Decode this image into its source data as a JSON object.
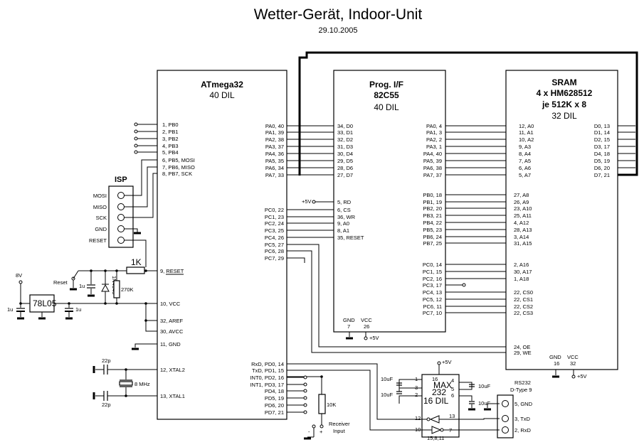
{
  "title": "Wetter-Gerät, Indoor-Unit",
  "date": "29.10.2005",
  "atmega": {
    "name": "ATmega32",
    "package": "40 DIL",
    "left_pins": [
      "1, PB0",
      "2, PB1",
      "3, PB2",
      "4, PB3",
      "5, PB4",
      "6, PB5, MOSI",
      "7, PB6, MISO",
      "8, PB7, SCK"
    ],
    "reset_pin": "9, RESET",
    "power_pins": [
      "10, VCC",
      "32, AREF",
      "30, AVCC",
      "11, GND"
    ],
    "xtal_pins": [
      "12, XTAL2",
      "13, XTAL1"
    ],
    "porta": [
      "PA0, 40",
      "PA1, 39",
      "PA2, 38",
      "PA3, 37",
      "PA4, 36",
      "PA5, 35",
      "PA6, 34",
      "PA7, 33"
    ],
    "portc": [
      "PC0, 22",
      "PC1, 23",
      "PC2, 24",
      "PC3, 25",
      "PC4, 26",
      "PC5, 27",
      "PC6, 28",
      "PC7, 29"
    ],
    "portd": [
      "RxD, PD0, 14",
      "TxD, PD1, 15",
      "INT0, PD2, 16",
      "INT1, PD3, 17",
      "PD4, 18",
      "PD5, 19",
      "PD6, 20",
      "PD7, 21"
    ]
  },
  "ppi": {
    "name": "Prog. I/F",
    "part": "82C55",
    "package": "40 DIL",
    "data_pins": [
      "34, D0",
      "33, D1",
      "32, D2",
      "31, D3",
      "30, D4",
      "29, D5",
      "28, D6",
      "27, D7"
    ],
    "ctrl_pins": [
      "5, RD",
      "6, CS",
      "36, WR",
      "9, A0",
      "8, A1",
      "35, RESET"
    ],
    "pa_pins": [
      "PA0, 4",
      "PA1, 3",
      "PA2, 2",
      "PA3, 1",
      "PA4, 40",
      "PA5, 39",
      "PA6, 38",
      "PA7, 37"
    ],
    "pb_pins": [
      "PB0, 18",
      "PB1, 19",
      "PB2, 20",
      "PB3, 21",
      "PB4, 22",
      "PB5, 23",
      "PB6, 24",
      "PB7, 25"
    ],
    "pc_pins": [
      "PC0, 14",
      "PC1, 15",
      "PC2, 16",
      "PC3, 17",
      "PC4, 13",
      "PC5, 12",
      "PC6, 11",
      "PC7, 10"
    ],
    "gnd_label": "GND",
    "gnd_pin": "7",
    "vcc_label": "VCC",
    "vcc_pin": "26",
    "plus5v": "+5V"
  },
  "sram": {
    "name": "SRAM",
    "part": "4 x HM628512",
    "org": "je 512K x 8",
    "package": "32 DIL",
    "addr_a": [
      "12, A0",
      "11, A1",
      "10, A2",
      "9, A3",
      "8, A4",
      "7, A5",
      "6, A6",
      "5, A7"
    ],
    "addr_b": [
      "27, A8",
      "26, A9",
      "23, A10",
      "25, A11",
      "4, A12",
      "28, A13",
      "3, A14",
      "31, A15"
    ],
    "addr_c": [
      "2, A16",
      "30, A17",
      "1, A18"
    ],
    "cs_pins": [
      "22, CS0",
      "22, CS1",
      "22, CS2",
      "22, CS3"
    ],
    "ctrl_pins": [
      "24, OE",
      "29, WE"
    ],
    "data_pins": [
      "D0, 13",
      "D1, 14",
      "D2, 15",
      "D3, 17",
      "D4, 18",
      "D5, 19",
      "D6, 20",
      "D7, 21"
    ],
    "gnd_label": "GND",
    "gnd_pin": "16",
    "vcc_label": "VCC",
    "vcc_pin": "32",
    "plus5v": "+5V"
  },
  "isp": {
    "title": "ISP",
    "pins": [
      "MOSI",
      "MISO",
      "SCK",
      "GND",
      "RESET"
    ]
  },
  "power": {
    "regulator": "78L05",
    "input": "8V",
    "cap_in": "1u",
    "cap_out": "1u"
  },
  "reset_circuit": {
    "button": "Reset",
    "cap": "1u",
    "diode": "1N4148",
    "pulldown": "270K",
    "series": "1K"
  },
  "crystal": {
    "freq": "8 MHz",
    "cap_top": "22p",
    "cap_bottom": "22p"
  },
  "receiver": {
    "resistor": "10K",
    "label_line1": "Receiver",
    "label_line2": "Input",
    "minus": "-",
    "plus": "+"
  },
  "max232": {
    "part": "16",
    "name": "MAX",
    "number": "232",
    "package": "16 DIL",
    "plus5v": "+5V",
    "pin_numbers": [
      "1",
      "3",
      "4",
      "5",
      "2",
      "6",
      "12",
      "13",
      "10",
      "7"
    ],
    "gnd_pins": "15,8,11",
    "caps": [
      "10uF",
      "10uF",
      "10uF",
      "10uF"
    ]
  },
  "rs232": {
    "title_line1": "RS232",
    "title_line2": "D-Type 9",
    "pins": [
      "5, GND",
      "3, TxD",
      "2, RxD"
    ]
  }
}
